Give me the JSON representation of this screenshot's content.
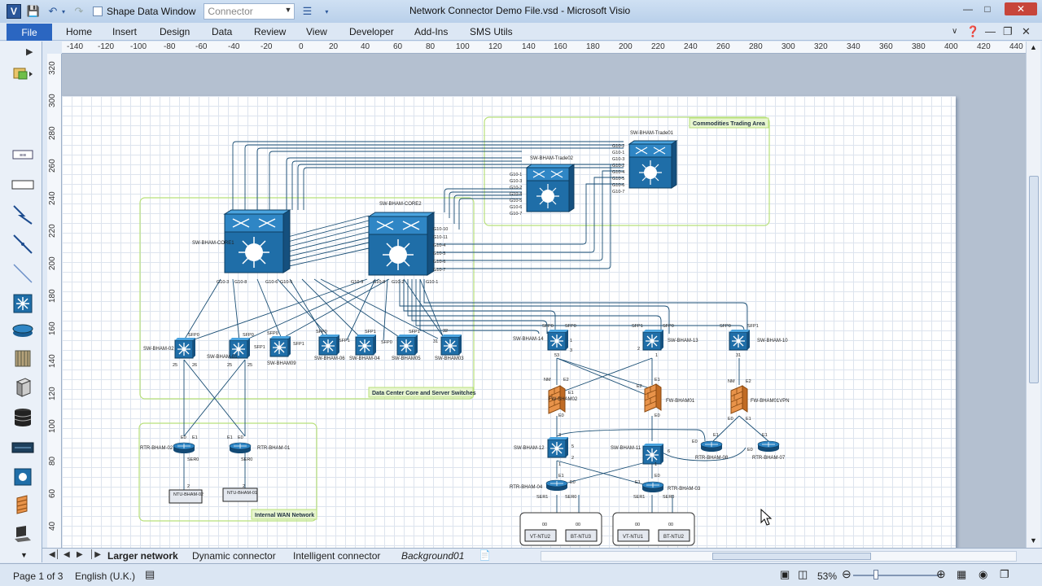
{
  "title_bar": {
    "app_letter": "V",
    "shape_data_label": "Shape Data Window",
    "connector_placeholder": "Connector",
    "window_title": "Network Connector Demo File.vsd  -  Microsoft Visio"
  },
  "ribbon": {
    "file_label": "File",
    "tabs": [
      "Home",
      "Insert",
      "Design",
      "Data",
      "Review",
      "View",
      "Developer",
      "Add-Ins",
      "SMS Utils"
    ]
  },
  "ruler": {
    "top": [
      "-140",
      "-120",
      "-100",
      "-80",
      "-60",
      "-40",
      "-20",
      "0",
      "20",
      "40",
      "60",
      "80",
      "100",
      "120",
      "140",
      "160",
      "180",
      "200",
      "220",
      "240",
      "260",
      "280",
      "300",
      "320",
      "340",
      "360",
      "380",
      "400",
      "420",
      "440"
    ],
    "left": [
      "320",
      "300",
      "280",
      "260",
      "240",
      "220",
      "200",
      "180",
      "160",
      "140",
      "120",
      "100",
      "80",
      "60",
      "40"
    ]
  },
  "diagram": {
    "groups": {
      "commodities": "Commodities Trading Area",
      "datacenter": "Data Center Core and Server Switches",
      "wan": "Internal WAN Network"
    },
    "devices": {
      "core1": "SW-BHAM-CORE1",
      "core2": "SW-BHAM-CORE2",
      "trade01": "SW-BHAM-Trade01",
      "trade02": "SW-BHAM-Trade02",
      "sw02": "SW-BHAM-02",
      "sw01": "SW-BHAM-01",
      "sw09": "SW-BHAM09",
      "sw06": "SW-BHAM-06",
      "sw04": "SW-BHAM-04",
      "sw05": "SW-BHAM05",
      "sw03": "SW-BHAM03",
      "sw14": "SW-BHAM-14",
      "sw13": "SW-BHAM-13",
      "sw10": "SW-BHAM-10",
      "sw12": "SW-BHAM-12",
      "sw11": "SW-BHAM-11",
      "fw02": "FW-BHAM02",
      "fw01": "FW-BHAM01",
      "fwvpn": "FW-BHAM01VPN",
      "rtr02": "RTR-BHAM-02",
      "rtr01": "RTR-BHAM-01",
      "rtr04": "RTR-BHAM-04",
      "rtr03": "RTR-BHAM-03",
      "rtr08": "RTR-BHAM-08",
      "rtr07": "RTR-BHAM-07",
      "ntu02": "NTU-BHAM-02",
      "ntu01": "NTU-BHAM-01",
      "vtntu2": "VT-NTU2",
      "btntu3": "BT-NTU3",
      "vtntu1": "VT-NTU1",
      "btntu2": "BT-NTU2"
    },
    "ports": {
      "sfp0": "SFP0",
      "sfp1": "SFP1",
      "g10_1": "G10-1",
      "g10_2": "G10-2",
      "g10_3": "G10-3",
      "g10_4": "G10-4",
      "g10_5": "G10-5",
      "g10_6": "G10-6",
      "g10_7": "G10-7",
      "g10_8": "G10-8",
      "g10_9": "G10-9",
      "g10_10": "G10-10",
      "g10_11": "G10-11",
      "e0": "E0",
      "e1": "E1",
      "e2": "E2",
      "nm": "NM",
      "ser0": "SER0",
      "ser1": "SER1",
      "s00": "00",
      "n25": "25",
      "n26": "26",
      "n2": "2",
      "n3": "3",
      "n5": "5",
      "n6": "6",
      "n1": "1",
      "n31": "31",
      "n32": "32",
      "n53": "53"
    }
  },
  "page_tabs": [
    "Larger network",
    "Dynamic connector",
    "Intelligent connector",
    "Background01"
  ],
  "status": {
    "page": "Page 1 of 3",
    "language": "English (U.K.)",
    "zoom": "53%"
  }
}
